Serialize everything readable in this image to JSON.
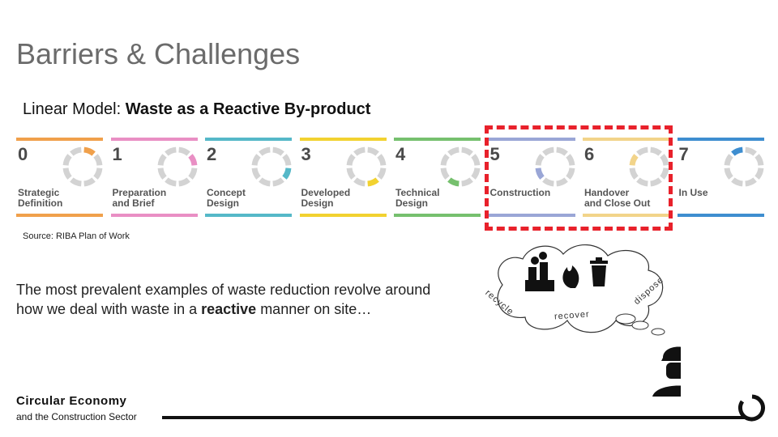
{
  "slide": {
    "title": "Barriers & Challenges",
    "subtitle_prefix": "Linear Model: ",
    "subtitle_bold": "Waste as a Reactive By-product",
    "source": "Source: RIBA Plan of Work",
    "body_pre": "The most prevalent examples of waste reduction revolve around how we deal with waste in a ",
    "body_bold": "reactive",
    "body_post": " manner on site…",
    "footer_title": "Circular Economy",
    "footer_sub": "and the Construction Sector"
  },
  "stages": [
    {
      "num": "0",
      "label": "Strategic\nDefinition",
      "color": "#f0a04b"
    },
    {
      "num": "1",
      "label": "Preparation\nand Brief",
      "color": "#e98fc4"
    },
    {
      "num": "2",
      "label": "Concept\nDesign",
      "color": "#55b8c8"
    },
    {
      "num": "3",
      "label": "Developed\nDesign",
      "color": "#f2d230"
    },
    {
      "num": "4",
      "label": "Technical\nDesign",
      "color": "#76c06e"
    },
    {
      "num": "5",
      "label": "Construction",
      "color": "#9aa6d6"
    },
    {
      "num": "6",
      "label": "Handover\nand Close Out",
      "color": "#f2d48a"
    },
    {
      "num": "7",
      "label": "In Use",
      "color": "#3e8ed0"
    }
  ],
  "thought": {
    "recycle": "recycle",
    "recover": "recover",
    "dispose": "dispose"
  },
  "colors": {
    "highlight": "#e8212b"
  }
}
